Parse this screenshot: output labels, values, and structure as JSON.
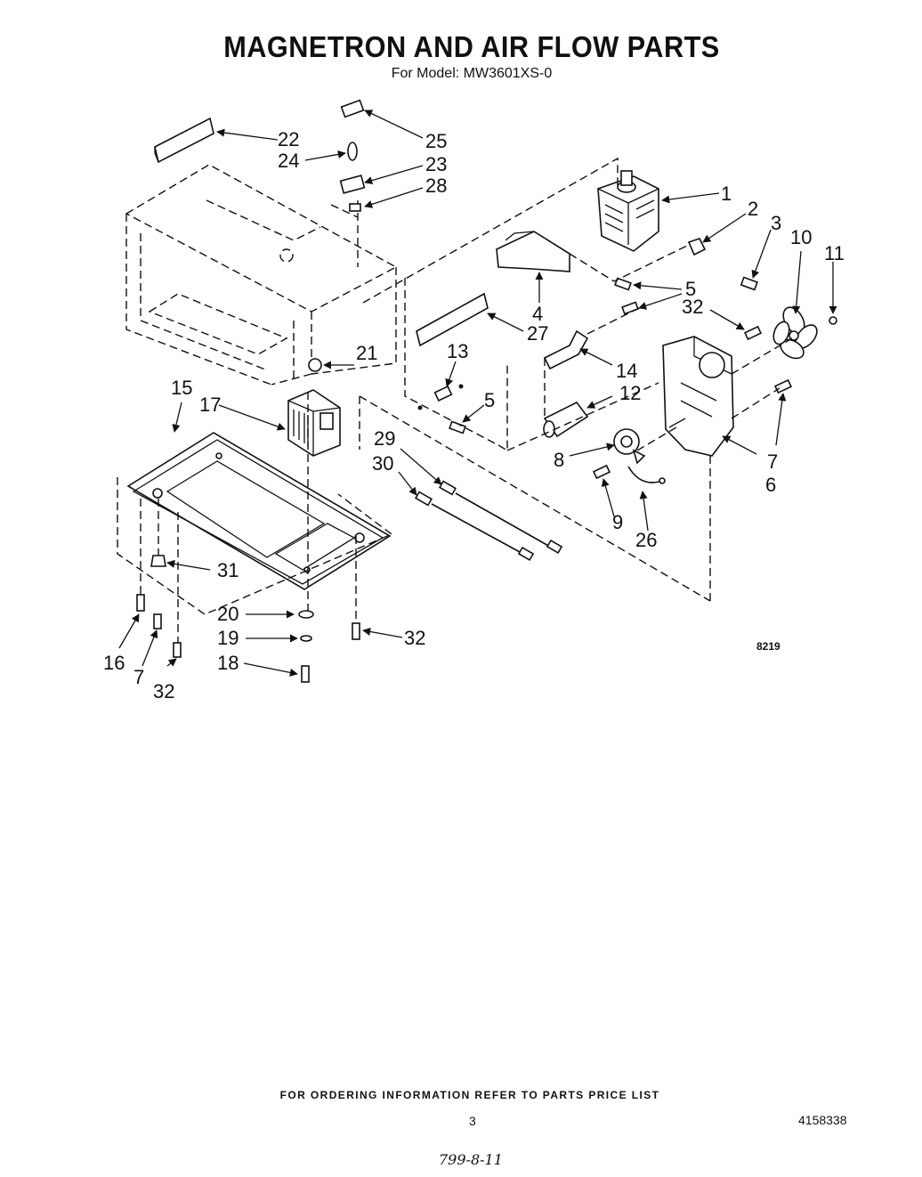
{
  "header": {
    "title": "MAGNETRON AND AIR FLOW PARTS",
    "model_label": "For Model: MW3601XS-0"
  },
  "diagram": {
    "code": "8219",
    "callouts": [
      {
        "n": "1"
      },
      {
        "n": "2"
      },
      {
        "n": "3"
      },
      {
        "n": "4"
      },
      {
        "n": "5"
      },
      {
        "n": "5"
      },
      {
        "n": "6"
      },
      {
        "n": "7"
      },
      {
        "n": "7"
      },
      {
        "n": "8"
      },
      {
        "n": "9"
      },
      {
        "n": "10"
      },
      {
        "n": "11"
      },
      {
        "n": "12"
      },
      {
        "n": "13"
      },
      {
        "n": "14"
      },
      {
        "n": "15"
      },
      {
        "n": "16"
      },
      {
        "n": "17"
      },
      {
        "n": "18"
      },
      {
        "n": "19"
      },
      {
        "n": "20"
      },
      {
        "n": "21"
      },
      {
        "n": "22"
      },
      {
        "n": "23"
      },
      {
        "n": "24"
      },
      {
        "n": "25"
      },
      {
        "n": "26"
      },
      {
        "n": "27"
      },
      {
        "n": "28"
      },
      {
        "n": "29"
      },
      {
        "n": "30"
      },
      {
        "n": "31"
      },
      {
        "n": "32"
      },
      {
        "n": "32"
      },
      {
        "n": "32"
      }
    ]
  },
  "footer": {
    "ordering_note": "FOR ORDERING INFORMATION REFER TO PARTS PRICE LIST",
    "page_number": "3",
    "document_number": "4158338",
    "handwritten_note": "799-8-11"
  }
}
